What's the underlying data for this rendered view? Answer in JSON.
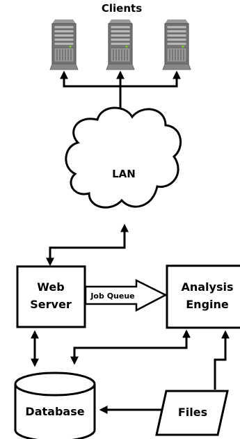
{
  "labels": {
    "clients": "Clients",
    "lan": "LAN",
    "web_server_line1": "Web",
    "web_server_line2": "Server",
    "job_queue": "Job Queue",
    "analysis_line1": "Analysis",
    "analysis_line2": "Engine",
    "database": "Database",
    "files": "Files"
  },
  "icons": {
    "client_server": "server-tower-icon",
    "lan": "cloud-icon",
    "database": "cylinder-icon",
    "files": "parallelogram-icon"
  },
  "colors": {
    "stroke": "#000000",
    "fill": "#ffffff",
    "server_light": "#bbbbbb",
    "server_mid": "#999999",
    "server_dark": "#555555",
    "server_face": "#777777",
    "led": "#7ed321"
  }
}
